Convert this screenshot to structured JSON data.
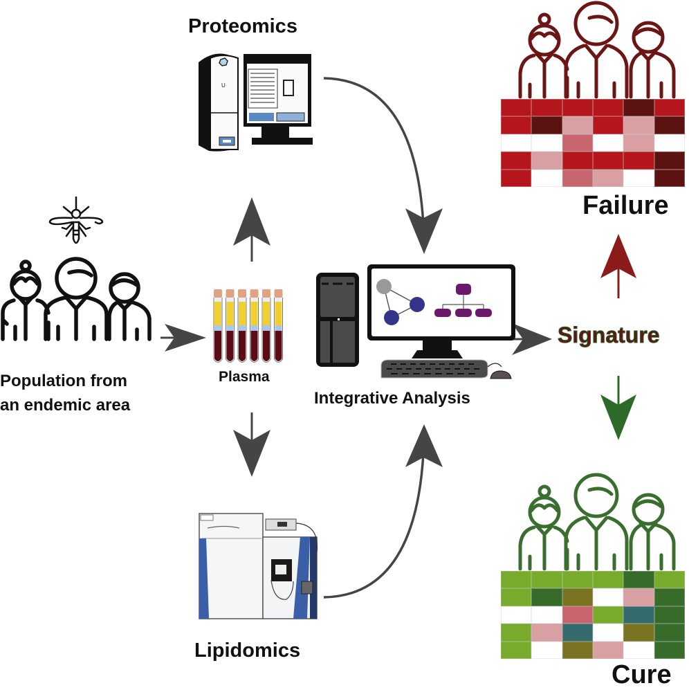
{
  "labels": {
    "proteomics": "Proteomics",
    "lipidomics": "Lipidomics",
    "plasma": "Plasma",
    "population_line1": "Population from",
    "population_line2": "an endemic area",
    "integrative": "Integrative Analysis",
    "signature": "Signature",
    "failure": "Failure",
    "cure": "Cure"
  },
  "colors": {
    "arrow_gray": "#454545",
    "failure_red": "#8b1a1a",
    "failure_icon": "#6b1515",
    "cure_green": "#2e6b2a",
    "cure_icon": "#3a6e2e",
    "signature_fill": "#5a1a14",
    "signature_outline": "#2f5a26",
    "network_gray": "#999999",
    "network_blue": "#34348a",
    "tree_purple": "#6b1a6b"
  },
  "failure_heatmap": {
    "palette": {
      "R": "#b5161c",
      "D": "#5c1210",
      "L": "#d9a0a4",
      "M": "#c86670",
      "W": "#ffffff"
    },
    "rows": [
      [
        "R",
        "R",
        "R",
        "R",
        "D",
        "R"
      ],
      [
        "R",
        "D",
        "L",
        "R",
        "L",
        "D"
      ],
      [
        "W",
        "W",
        "M",
        "W",
        "L",
        "W"
      ],
      [
        "R",
        "L",
        "R",
        "R",
        "R",
        "D"
      ],
      [
        "R",
        "W",
        "M",
        "L",
        "W",
        "D"
      ]
    ]
  },
  "cure_heatmap": {
    "palette": {
      "G": "#78ab2c",
      "D": "#376b2a",
      "O": "#7a7322",
      "W": "#ffffff",
      "P": "#d9a0a4",
      "K": "#c86670",
      "T": "#356b6d"
    },
    "rows": [
      [
        "G",
        "G",
        "G",
        "G",
        "D",
        "G"
      ],
      [
        "G",
        "D",
        "O",
        "W",
        "P",
        "D"
      ],
      [
        "W",
        "W",
        "K",
        "G",
        "T",
        "D"
      ],
      [
        "G",
        "P",
        "T",
        "W",
        "O",
        "D"
      ],
      [
        "G",
        "W",
        "O",
        "P",
        "W",
        "D"
      ]
    ]
  },
  "plasma_tubes": {
    "count": 6,
    "cap_color": "#e0a283",
    "serum_color": "#f0d030",
    "buffy_color": "#a9c8e8",
    "blood_color": "#5c0c14"
  }
}
